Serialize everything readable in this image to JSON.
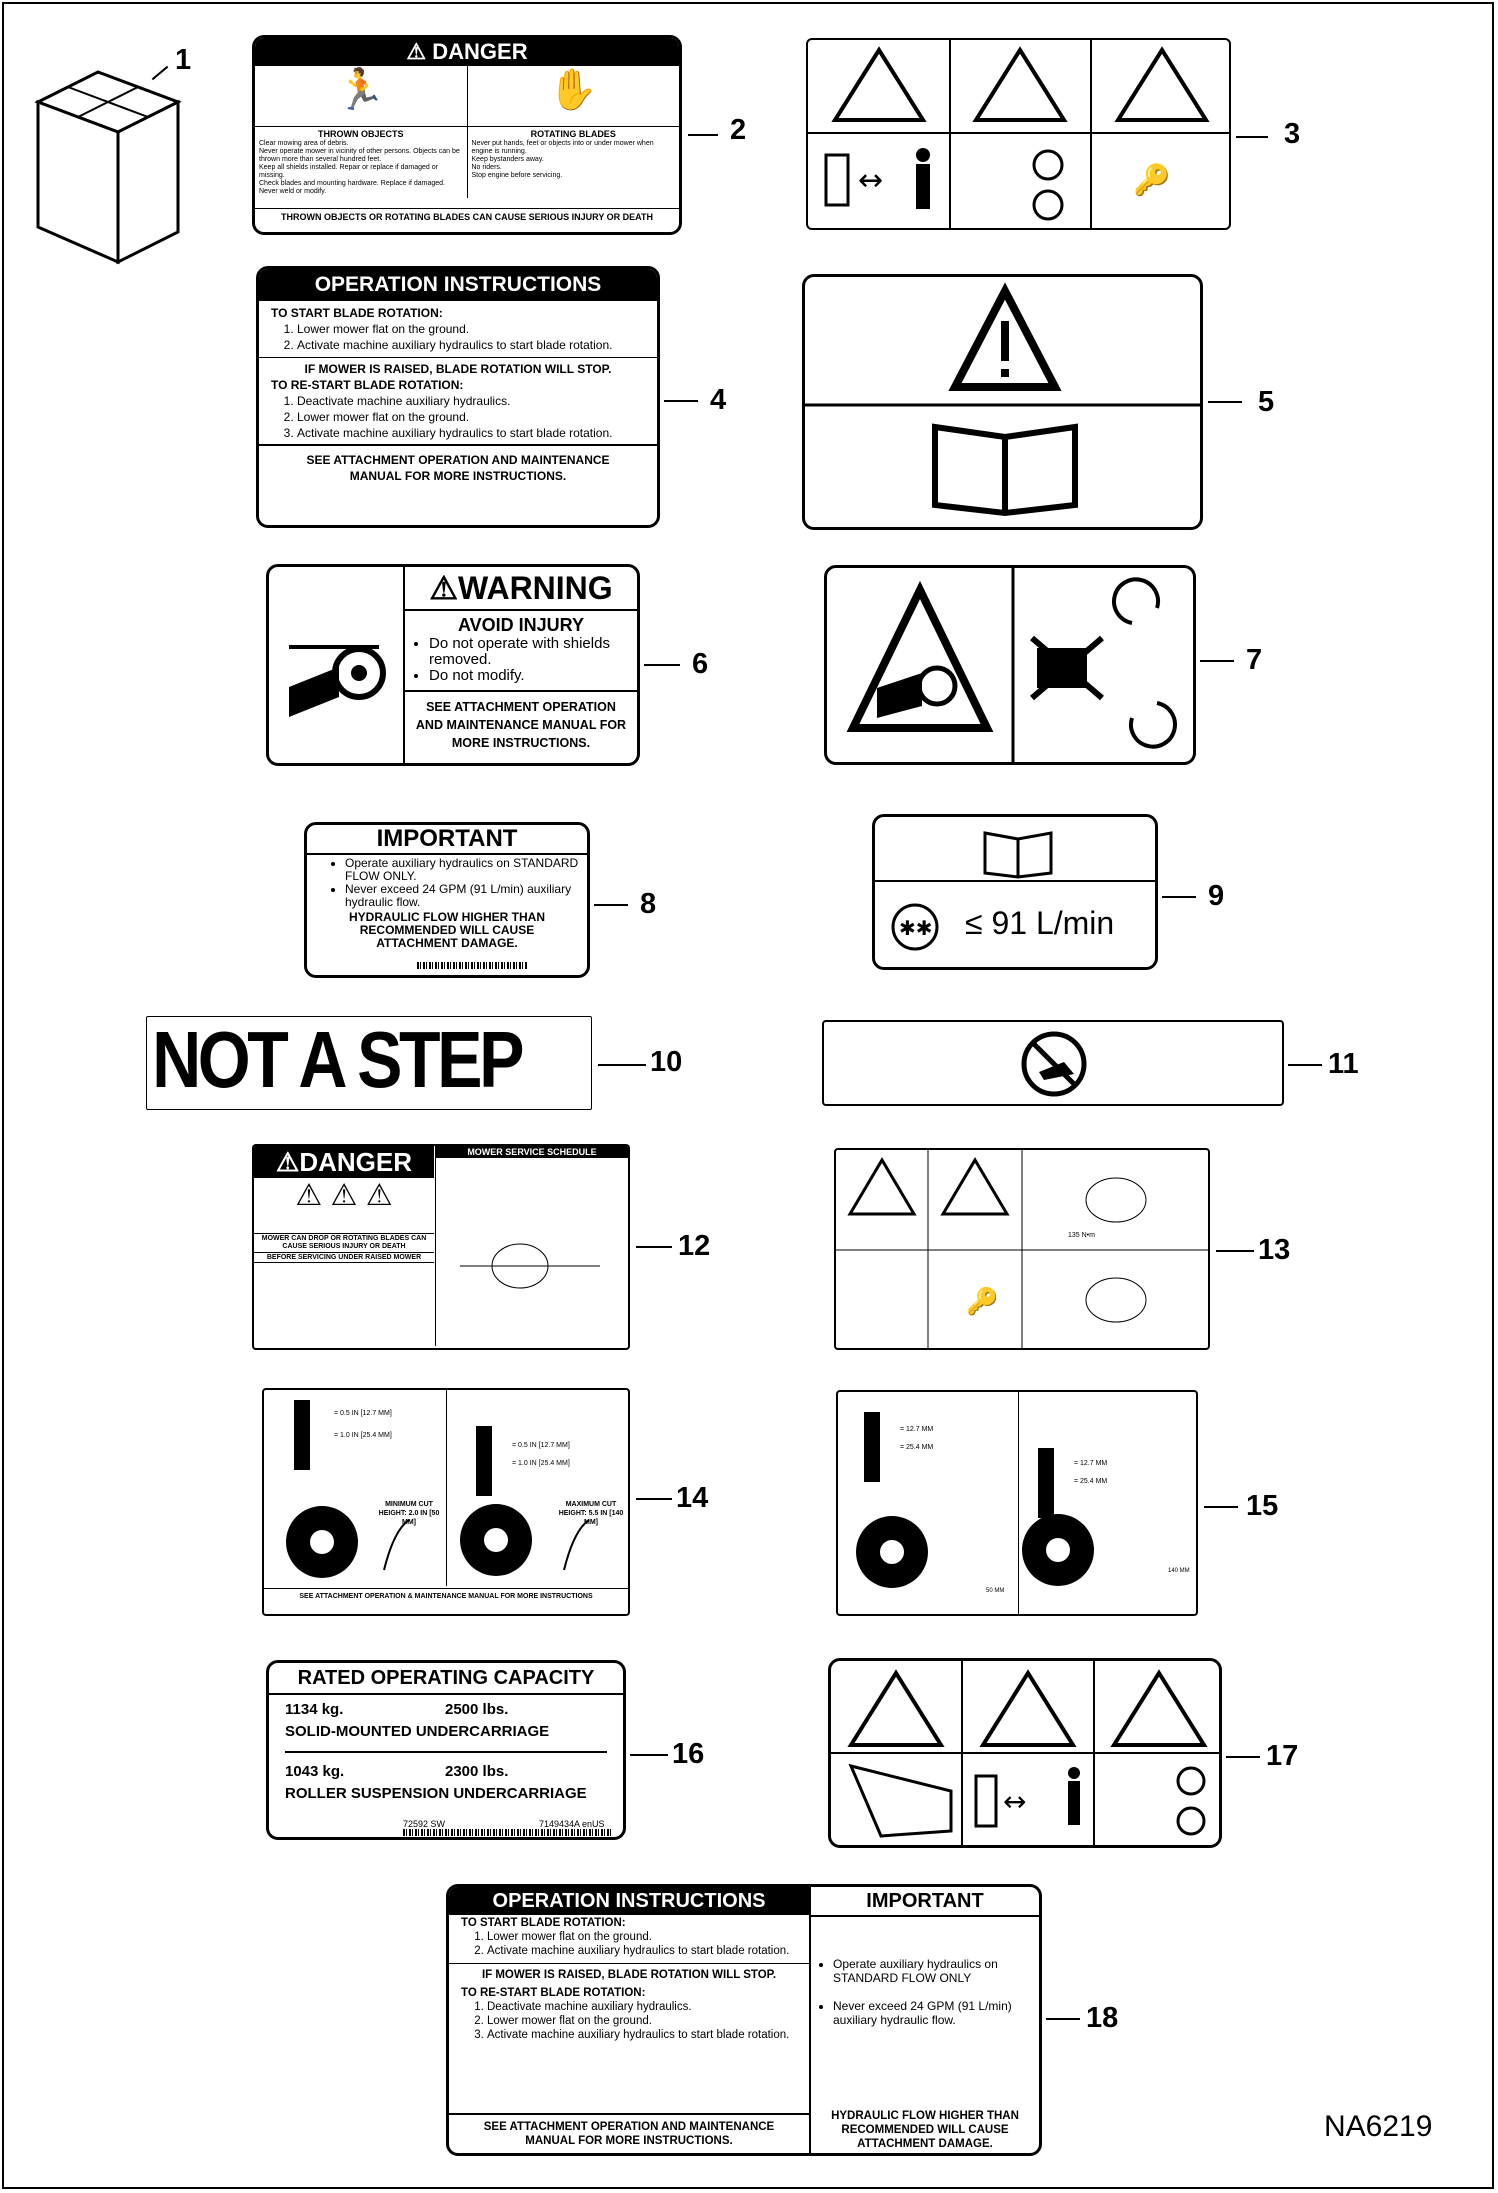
{
  "figure_id": "NA6219",
  "callouts": [
    "1",
    "2",
    "3",
    "4",
    "5",
    "6",
    "7",
    "8",
    "9",
    "10",
    "11",
    "12",
    "13",
    "14",
    "15",
    "16",
    "17",
    "18"
  ],
  "decal2": {
    "header": "DANGER",
    "left_title": "THROWN OBJECTS",
    "left_items": [
      "Clear mowing area of debris.",
      "Never operate mower in vicinity of other persons. Objects can be thrown more than several hundred feet.",
      "Keep all shields installed. Repair or replace if damaged or missing.",
      "Check blades and mounting hardware. Replace if damaged. Never weld or modify."
    ],
    "right_title": "ROTATING BLADES",
    "right_items": [
      "Never put hands, feet or objects into or under mower when engine is running.",
      "Keep bystanders away.",
      "No riders.",
      "Stop engine before servicing."
    ],
    "footer": "THROWN OBJECTS OR ROTATING BLADES CAN CAUSE SERIOUS INJURY OR DEATH"
  },
  "decal4": {
    "header": "OPERATION INSTRUCTIONS",
    "start_title": "TO START BLADE ROTATION:",
    "start_steps": [
      "Lower mower flat on the ground.",
      "Activate machine auxiliary hydraulics to start blade rotation."
    ],
    "raised_note": "IF MOWER IS RAISED, BLADE ROTATION WILL STOP.",
    "restart_title": "TO RE-START BLADE ROTATION:",
    "restart_steps": [
      "Deactivate machine auxiliary hydraulics.",
      "Lower mower flat on the ground.",
      "Activate machine auxiliary hydraulics to start blade rotation."
    ],
    "footer": "SEE ATTACHMENT OPERATION AND MAINTENANCE MANUAL FOR MORE INSTRUCTIONS."
  },
  "decal6": {
    "header": "WARNING",
    "subheader": "AVOID INJURY",
    "items": [
      "Do not operate with shields removed.",
      "Do not modify."
    ],
    "footer": "SEE ATTACHMENT OPERATION AND MAINTENANCE MANUAL FOR MORE INSTRUCTIONS."
  },
  "decal8": {
    "header": "IMPORTANT",
    "items": [
      "Operate auxiliary hydraulics on STANDARD FLOW ONLY.",
      "Never exceed 24 GPM (91 L/min) auxiliary hydraulic flow."
    ],
    "footer": "HYDRAULIC FLOW HIGHER THAN RECOMMENDED WILL CAUSE ATTACHMENT DAMAGE."
  },
  "decal9": {
    "flow": "≤ 91 L/min"
  },
  "decal10": {
    "text": "NOT A STEP"
  },
  "decal12": {
    "header": "DANGER",
    "warning": "MOWER CAN DROP OR ROTATING BLADES CAN CAUSE SERIOUS INJURY OR DEATH",
    "subhead": "BEFORE SERVICING UNDER RAISED MOWER",
    "schedule_title": "MOWER SERVICE SCHEDULE"
  },
  "decal13": {
    "torque": "135 N•m"
  },
  "decal14": {
    "marks": [
      "= 0.5 IN [12.7 MM]",
      "= 1.0 IN [25.4 MM]"
    ],
    "min_label": "MINIMUM CUT HEIGHT: 2.0 IN [50 MM]",
    "max_label": "MAXIMUM CUT HEIGHT: 5.5 IN [140 MM]",
    "footer": "SEE ATTACHMENT OPERATION & MAINTENANCE MANUAL FOR MORE INSTRUCTIONS"
  },
  "decal15": {
    "marks": [
      "= 12.7 MM",
      "= 25.4 MM"
    ],
    "min": "50 MM",
    "max": "140 MM"
  },
  "decal16": {
    "header": "RATED OPERATING CAPACITY",
    "row1_kg": "1134 kg.",
    "row1_lbs": "2500 lbs.",
    "row1_label": "SOLID-MOUNTED UNDERCARRIAGE",
    "row2_kg": "1043 kg.",
    "row2_lbs": "2300 lbs.",
    "row2_label": "ROLLER SUSPENSION UNDERCARRIAGE",
    "code1": "72592 SW",
    "code2": "7149434A enUS"
  },
  "decal18": {
    "left_header": "OPERATION INSTRUCTIONS",
    "start_title": "TO START BLADE ROTATION:",
    "start_steps": [
      "Lower mower flat on the ground.",
      "Activate machine auxiliary hydraulics to start blade rotation."
    ],
    "raised_note": "IF MOWER IS RAISED, BLADE ROTATION WILL STOP.",
    "restart_title": "TO RE-START BLADE ROTATION:",
    "restart_steps": [
      "Deactivate machine auxiliary hydraulics.",
      "Lower mower flat on the ground.",
      "Activate machine auxiliary hydraulics to start blade rotation."
    ],
    "left_footer": "SEE ATTACHMENT OPERATION AND MAINTENANCE MANUAL FOR MORE INSTRUCTIONS.",
    "right_header": "IMPORTANT",
    "right_items": [
      "Operate auxiliary hydraulics on STANDARD FLOW ONLY",
      "Never exceed 24 GPM (91 L/min) auxiliary hydraulic flow."
    ],
    "right_footer": "HYDRAULIC FLOW HIGHER THAN RECOMMENDED WILL CAUSE ATTACHMENT DAMAGE."
  }
}
